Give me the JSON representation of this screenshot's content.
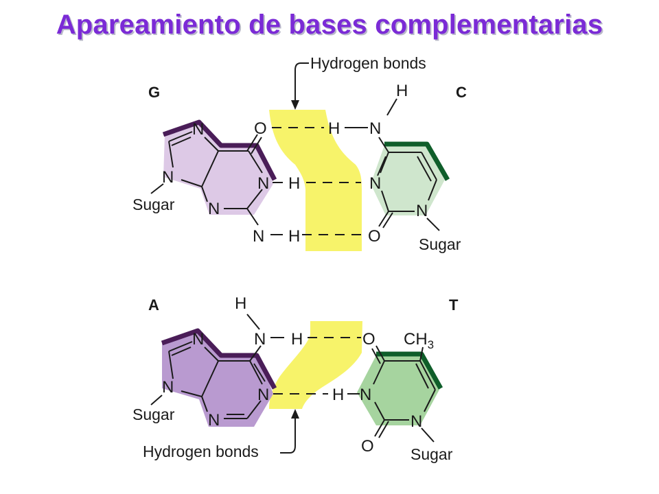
{
  "title": "Apareamiento de bases complementarias",
  "colors": {
    "title": "#7b2bd6",
    "purine_gc": "#ddc9e6",
    "purine_at": "#b99ad0",
    "purine_edge": "#4a1d58",
    "pyrimidine_gc": "#cfe6cd",
    "pyrimidine_at": "#a6d49f",
    "pyrimidine_edge": "#0f5e2a",
    "hbond_zone": "#f7f36a"
  },
  "labels": {
    "hbonds_top": "Hydrogen bonds",
    "hbonds_bottom": "Hydrogen bonds",
    "sugar": "Sugar"
  },
  "pair_gc": {
    "left_base": "G",
    "right_base": "C",
    "atoms": {
      "g_n7": "N",
      "g_n9": "N",
      "g_n1": "N",
      "g_n3": "N",
      "g_o6": "O",
      "g_n2": "N",
      "g_h1": "H",
      "g_h2": "H",
      "c_h4a": "H",
      "c_h4b": "H",
      "c_n4": "N",
      "c_n3": "N",
      "c_n1": "N",
      "c_o2": "O"
    }
  },
  "pair_at": {
    "left_base": "A",
    "right_base": "T",
    "atoms": {
      "a_h6": "H",
      "a_n6": "N",
      "a_h6b": "H",
      "a_n7": "N",
      "a_n9": "N",
      "a_n1": "N",
      "a_n3": "N",
      "t_o4": "O",
      "t_n3": "N",
      "t_h3": "H",
      "t_n1": "N",
      "t_o2": "O"
    },
    "methyl": {
      "base": "CH",
      "sub": "3"
    }
  }
}
